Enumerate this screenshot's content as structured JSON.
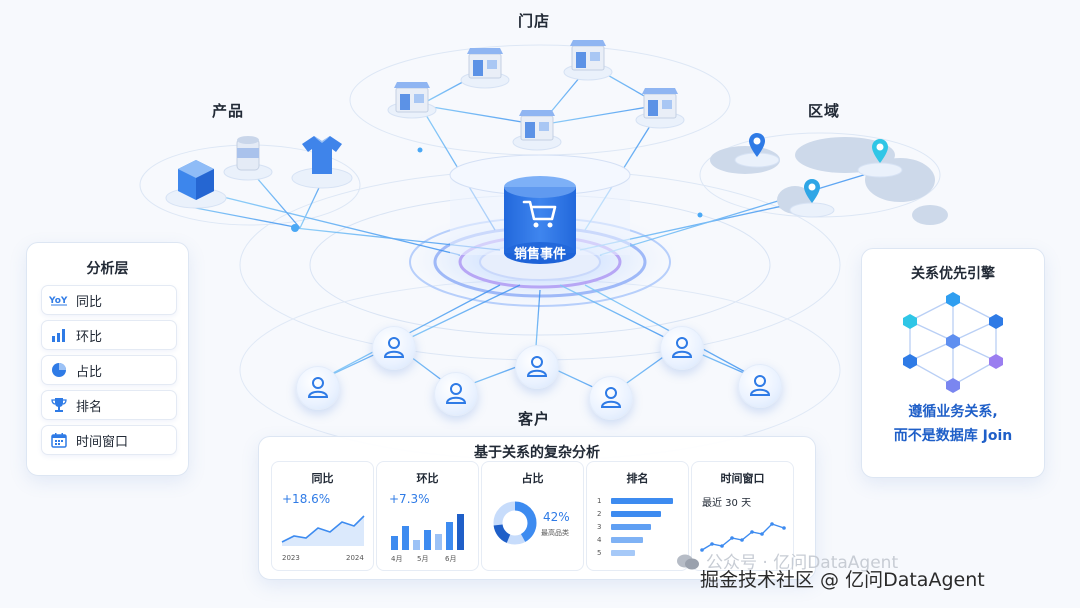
{
  "groups": {
    "store": "门店",
    "product": "产品",
    "region": "区域",
    "customer": "客户"
  },
  "center": {
    "label": "销售事件"
  },
  "analysis_layer": {
    "title": "分析层",
    "items": [
      {
        "icon": "yoy-icon",
        "label": "同比"
      },
      {
        "icon": "bar-chart-icon",
        "label": "环比"
      },
      {
        "icon": "pie-chart-icon",
        "label": "占比"
      },
      {
        "icon": "trophy-icon",
        "label": "排名"
      },
      {
        "icon": "calendar-icon",
        "label": "时间窗口"
      }
    ]
  },
  "engine": {
    "title": "关系优先引擎",
    "desc_line1": "遵循业务关系,",
    "desc_line2": "而不是数据库 Join"
  },
  "complex_analysis": {
    "title": "基于关系的复杂分析",
    "cards": {
      "yoy": {
        "title": "同比",
        "value": "+18.6%",
        "x_start": "2023",
        "x_end": "2024"
      },
      "mom": {
        "title": "环比",
        "value": "+7.3%",
        "months": [
          "4月",
          "5月",
          "6月"
        ]
      },
      "share": {
        "title": "占比",
        "value": "42%",
        "caption": "最高品类"
      },
      "rank": {
        "title": "排名",
        "ranks": [
          "1",
          "2",
          "3",
          "4",
          "5"
        ]
      },
      "window": {
        "title": "时间窗口",
        "value": "最近 30 天"
      }
    }
  },
  "watermark": {
    "faint": "公众号 · 亿问DataAgent",
    "main": "掘金技术社区 @ 亿问DataAgent"
  },
  "colors": {
    "accent": "#2f7be6",
    "accent_light": "#5fb0f5",
    "purple": "#9b7ef0",
    "cyan": "#2fc6e6"
  }
}
